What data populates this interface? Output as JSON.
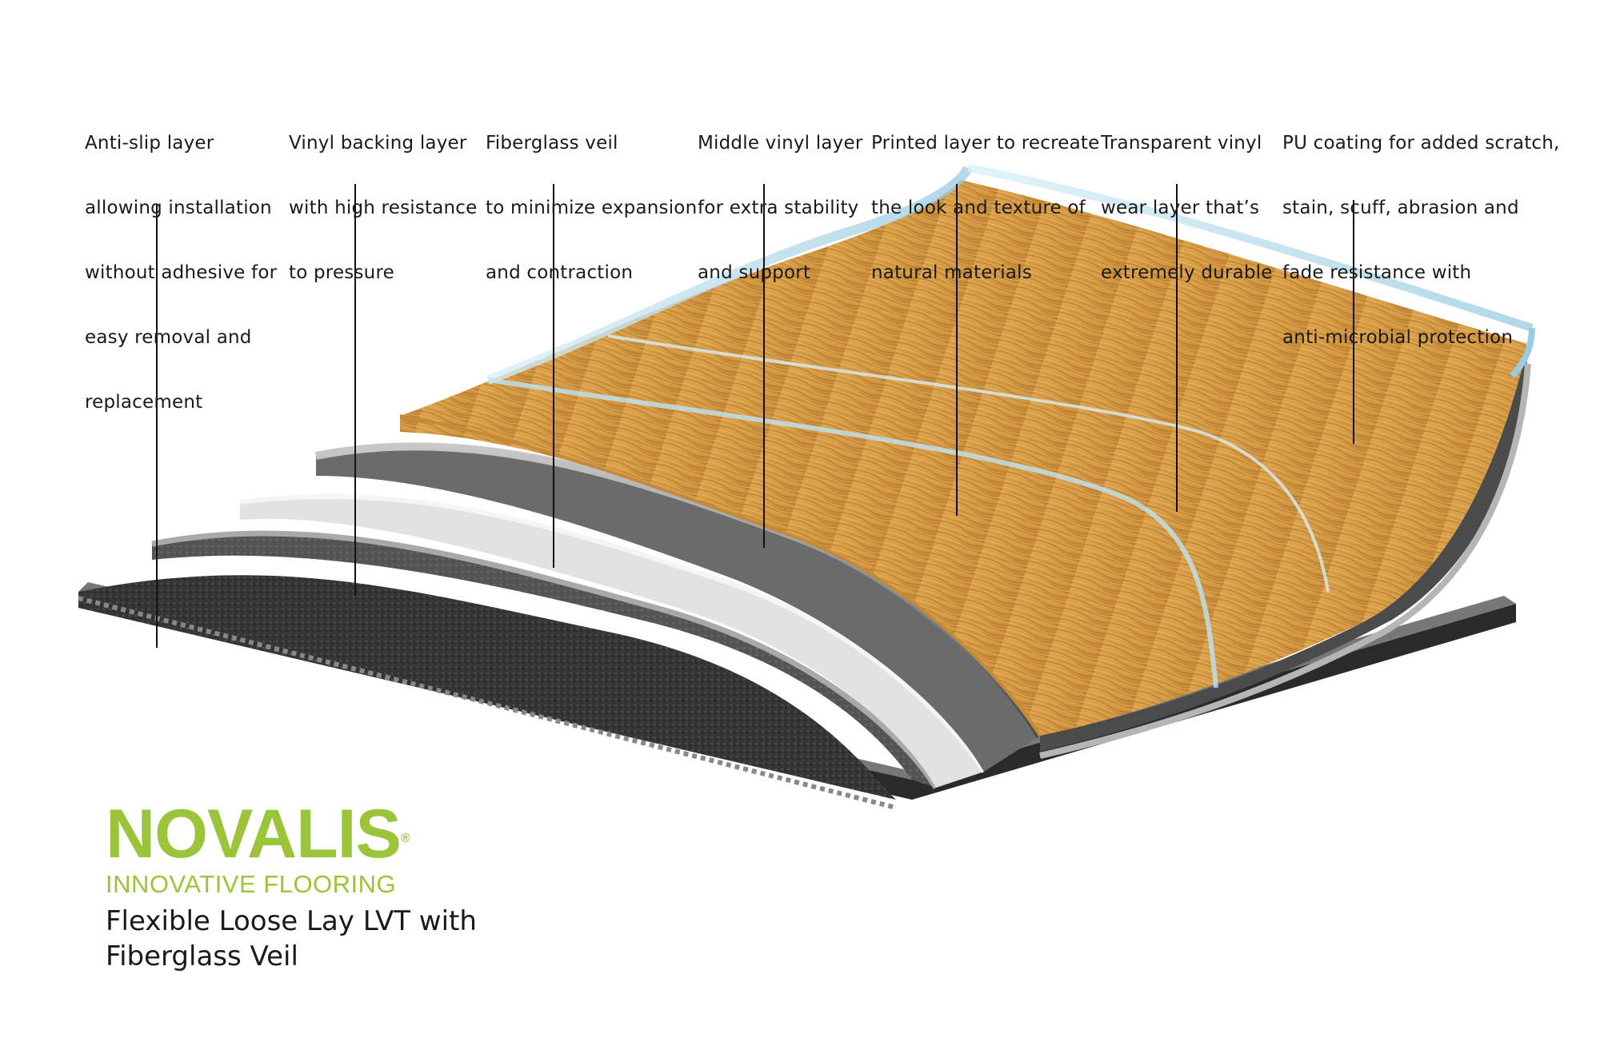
{
  "callouts": [
    {
      "id": "anti-slip",
      "lines": [
        "Anti-slip layer",
        "allowing installation",
        "without adhesive for",
        "easy removal and",
        "replacement"
      ]
    },
    {
      "id": "vinyl-backing",
      "lines": [
        "Vinyl backing layer",
        "with high resistance",
        "to pressure"
      ]
    },
    {
      "id": "fiberglass",
      "lines": [
        "Fiberglass veil",
        "to minimize expansion",
        "and contraction"
      ]
    },
    {
      "id": "middle-vinyl",
      "lines": [
        "Middle vinyl layer",
        "for extra stability",
        "and support"
      ]
    },
    {
      "id": "printed",
      "lines": [
        "Printed layer to recreate",
        "the look and texture of",
        "natural materials"
      ]
    },
    {
      "id": "wear-layer",
      "lines": [
        "Transparent vinyl",
        "wear layer that’s",
        "extremely durable"
      ]
    },
    {
      "id": "pu-coating",
      "lines": [
        "PU coating for added scratch,",
        "stain, scuff, abrasion and",
        "fade resistance with",
        "anti-microbial protection"
      ]
    }
  ],
  "brand": {
    "name": "NOVALIS",
    "registered_mark": "®",
    "tagline": "INNOVATIVE FLOORING"
  },
  "product": {
    "title_line1": "Flexible Loose Lay LVT with",
    "title_line2": "Fiberglass Veil"
  },
  "colors": {
    "brand_green": "#9cc43a",
    "wood": "#d9a24a",
    "wood_dark": "#a8692a",
    "anti_slip": "#3a3a3a",
    "backing": "#5b5b5b",
    "fiberglass": "#e6e6e6",
    "middle_vinyl": "#6e6e6e",
    "edge_metal": "#9a9a9a",
    "wear_glass": "#bfe3f2"
  }
}
